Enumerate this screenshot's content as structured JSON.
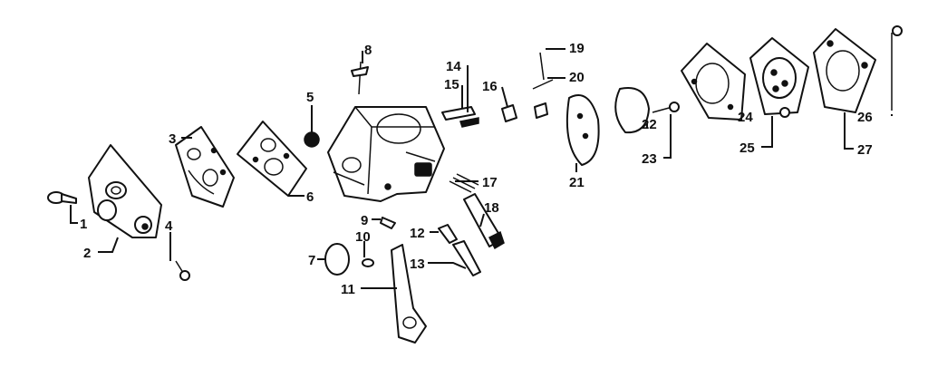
{
  "callouts": [
    {
      "n": "1",
      "text": "1"
    },
    {
      "n": "2",
      "text": "2"
    },
    {
      "n": "3",
      "text": "3"
    },
    {
      "n": "4",
      "text": "4"
    },
    {
      "n": "5",
      "text": "5"
    },
    {
      "n": "6",
      "text": "6"
    },
    {
      "n": "7",
      "text": "7"
    },
    {
      "n": "8",
      "text": "8"
    },
    {
      "n": "9",
      "text": "9"
    },
    {
      "n": "10",
      "text": "10"
    },
    {
      "n": "11",
      "text": "11"
    },
    {
      "n": "12",
      "text": "12"
    },
    {
      "n": "13",
      "text": "13"
    },
    {
      "n": "14",
      "text": "14"
    },
    {
      "n": "15",
      "text": "15"
    },
    {
      "n": "16",
      "text": "16"
    },
    {
      "n": "17",
      "text": "17"
    },
    {
      "n": "18",
      "text": "18"
    },
    {
      "n": "19",
      "text": "19"
    },
    {
      "n": "20",
      "text": "20"
    },
    {
      "n": "21",
      "text": "21"
    },
    {
      "n": "22",
      "text": "22"
    },
    {
      "n": "23",
      "text": "23"
    },
    {
      "n": "24",
      "text": "24"
    },
    {
      "n": "25",
      "text": "25"
    },
    {
      "n": "26",
      "text": "26"
    },
    {
      "n": "27",
      "text": "27"
    }
  ]
}
